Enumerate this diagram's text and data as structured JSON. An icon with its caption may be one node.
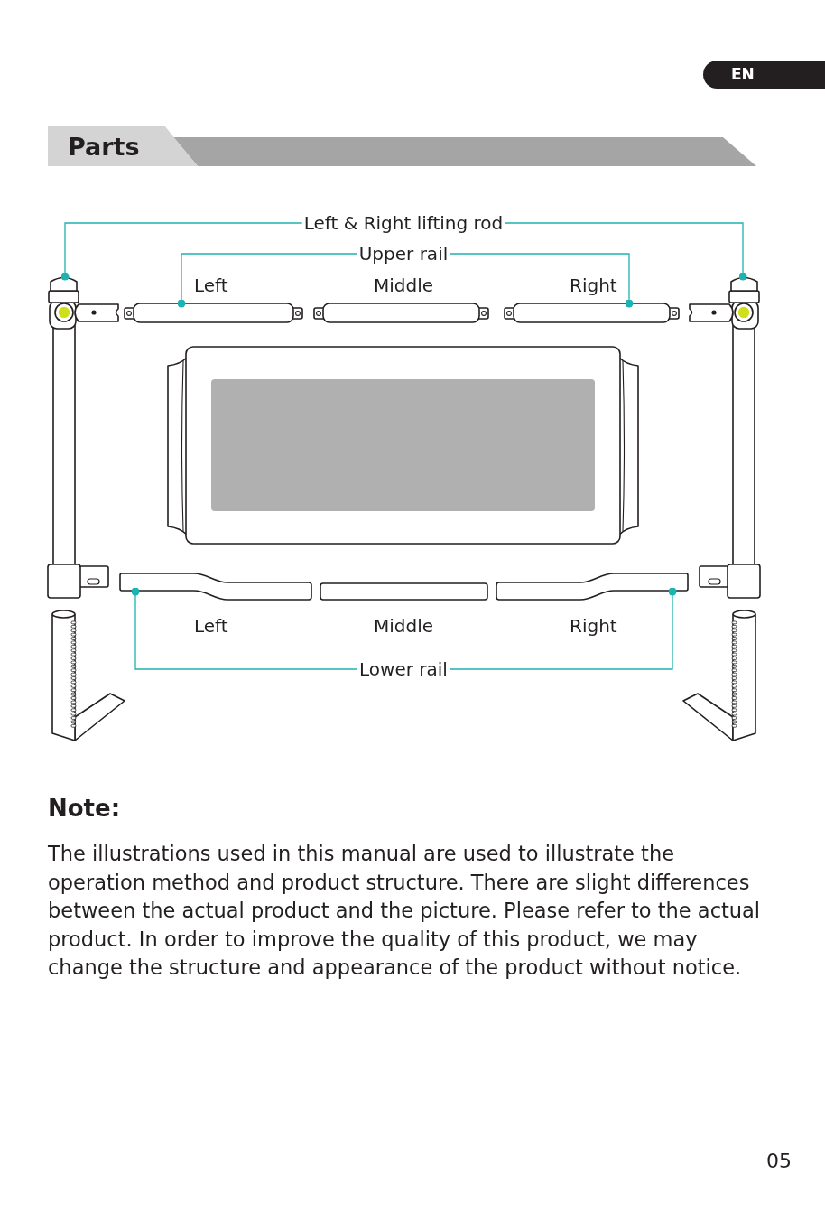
{
  "diagram": {
    "title": "Parts",
    "nodes": [
      {
        "text": [
          "Left & Right lifting rod"
        ]
      },
      {
        "text": [
          "Upper rail"
        ]
      },
      {
        "text": [],
        "shape": "picture"
      },
      {
        "text": [],
        "shape": "bar",
        "beside": [
          "Left"
        ]
      },
      {
        "text": [],
        "shape": "bar",
        "beside": [
          "Middle"
        ]
      },
      {
        "text": [],
        "shape": "bar",
        "beside": [
          "Right"
        ]
      },
      {
        "text": [],
        "shape": "picture"
      },
      {
        "text": [],
        "shape": "bar",
        "beside": [
          "Left"
        ]
      },
      {
        "text": [],
        "shape": "bar",
        "beside": [
          "Middle"
        ]
      },
      {
        "text": [],
        "shape": "bar",
        "beside": [
          "Right"
        ]
      },
      {
        "text": [
          "Lower rail"
        ]
      }
    ],
    "edges": [
      {
        "from": 0,
        "to": 2,
        "arrow": "other"
      },
      {
        "from": 0,
        "to": 6,
        "arrow": "other"
      },
      {
        "from": 1,
        "to": 3,
        "arrow": "other"
      },
      {
        "from": 1,
        "to": 5,
        "arrow": "other"
      },
      {
        "from": 10,
        "to": 7,
        "arrow": "other"
      },
      {
        "from": 10,
        "to": 9,
        "arrow": "other"
      }
    ],
    "labels": [
      "EN",
      "Note:",
      "The illustrations used in this manual are used to illustrate the operation method and product structure. There are slight differences between the actual product and the picture. Please refer to the actual product. In order to improve the quality of this product, we may change the structure and appearance of the product without notice.",
      "05"
    ]
  }
}
